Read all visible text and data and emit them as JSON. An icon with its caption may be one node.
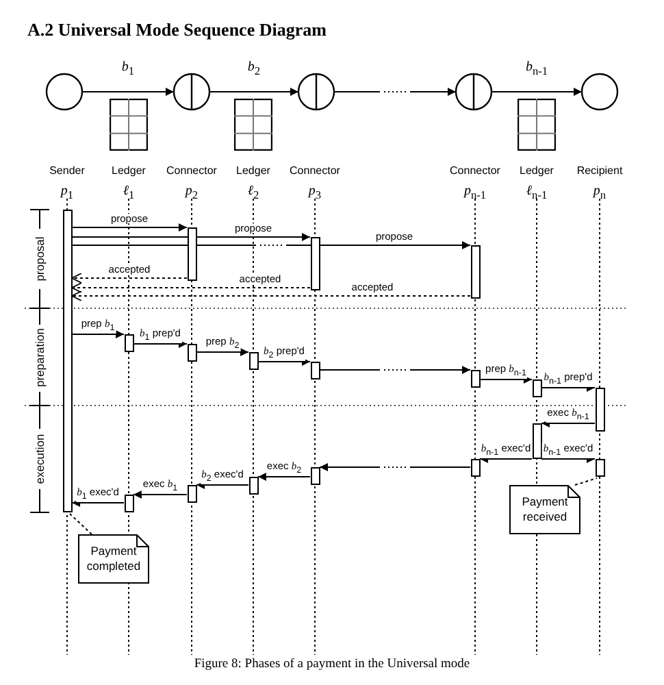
{
  "diagram": {
    "title": "A.2 Universal Mode Sequence Diagram",
    "caption": "Figure 8: Phases of a payment in the Universal mode",
    "nodes": [
      {
        "text": [],
        "shape": "circle"
      },
      {
        "text": [],
        "shape": "circle"
      },
      {
        "text": [],
        "shape": "circle"
      },
      {
        "text": [],
        "shape": "circle"
      },
      {
        "text": [],
        "shape": "circle"
      },
      {
        "text": [],
        "shape": "box"
      },
      {
        "text": [],
        "shape": "box"
      },
      {
        "text": [],
        "shape": "box"
      },
      {
        "text": [
          "Sender",
          "*p*$_{1}$"
        ]
      },
      {
        "text": [
          "Ledger",
          "*ℓ*$_{1}$"
        ]
      },
      {
        "text": [
          "Connector",
          "*p*$_{2}$"
        ]
      },
      {
        "text": [
          "Ledger",
          "*ℓ*$_{2}$"
        ]
      },
      {
        "text": [
          "Connector",
          "*p*$_{3}$"
        ]
      },
      {
        "text": [
          "Connector",
          "*p*$_{n-1}$"
        ]
      },
      {
        "text": [
          "Ledger",
          "*ℓ*$_{n-1}$"
        ]
      },
      {
        "text": [
          "Recipient",
          "*p*$_{n}$"
        ]
      },
      {
        "text": [],
        "shape": "bar"
      },
      {
        "text": [],
        "shape": "bar"
      },
      {
        "text": [],
        "shape": "bar"
      },
      {
        "text": [],
        "shape": "bar"
      },
      {
        "text": [],
        "shape": "bar"
      },
      {
        "text": [],
        "shape": "bar"
      },
      {
        "text": [],
        "shape": "bar"
      },
      {
        "text": [],
        "shape": "bar"
      },
      {
        "text": [],
        "shape": "bar"
      },
      {
        "text": [],
        "shape": "bar"
      },
      {
        "text": [],
        "shape": "bar"
      },
      {
        "text": [],
        "shape": "bar"
      },
      {
        "text": [],
        "shape": "bar"
      },
      {
        "text": [],
        "shape": "bar"
      },
      {
        "text": [],
        "shape": "bar"
      },
      {
        "text": [],
        "shape": "bar"
      },
      {
        "text": [],
        "shape": "bar"
      },
      {
        "text": [],
        "shape": "bar"
      },
      {
        "text": [
          "Payment received"
        ]
      },
      {
        "text": [
          "Payment completed"
        ]
      }
    ],
    "edges": [
      {
        "from": 0,
        "to": 1,
        "arrow": "to",
        "label": "*b*$_{1}$"
      },
      {
        "from": 1,
        "to": 2,
        "arrow": "to",
        "label": "*b*$_{2}$"
      },
      {
        "from": 2,
        "to": 3,
        "arrow": "to"
      },
      {
        "from": 3,
        "to": 4,
        "arrow": "to",
        "label": "*b*$_{n-1}$"
      },
      {
        "from": 16,
        "to": 17,
        "arrow": "to",
        "label": "propose"
      },
      {
        "from": 16,
        "to": 18,
        "arrow": "to",
        "label": "propose"
      },
      {
        "from": 16,
        "to": 19,
        "arrow": "to",
        "label": "propose"
      },
      {
        "from": 17,
        "to": 16,
        "arrow": "to",
        "label": "accepted",
        "style": "dashed"
      },
      {
        "from": 18,
        "to": 16,
        "arrow": "to",
        "label": "accepted",
        "style": "dashed"
      },
      {
        "from": 19,
        "to": 16,
        "arrow": "to",
        "label": "accepted",
        "style": "dashed"
      },
      {
        "from": 16,
        "to": 20,
        "arrow": "to",
        "label": "prep *b*$_{1}$"
      },
      {
        "from": 20,
        "to": 21,
        "arrow": "to",
        "label": "*b*$_{1}$ prep'd"
      },
      {
        "from": 21,
        "to": 22,
        "arrow": "to",
        "label": "prep *b*$_{2}$"
      },
      {
        "from": 22,
        "to": 23,
        "arrow": "to",
        "label": "*b*$_{2}$ prep'd"
      },
      {
        "from": 23,
        "to": 24,
        "arrow": "to"
      },
      {
        "from": 24,
        "to": 25,
        "arrow": "to",
        "label": "prep *b*$_{n-1}$"
      },
      {
        "from": 25,
        "to": 26,
        "arrow": "to",
        "label": "*b*$_{n-1}$ prep'd"
      },
      {
        "from": 26,
        "to": 27,
        "arrow": "to",
        "label": "exec *b*$_{n-1}$"
      },
      {
        "from": 27,
        "to": 28,
        "arrow": "to",
        "label": "*b*$_{n-1}$ exec'd"
      },
      {
        "from": 27,
        "to": 29,
        "arrow": "to",
        "label": "*b*$_{n-1}$ exec'd"
      },
      {
        "from": 28,
        "to": 30,
        "arrow": "to"
      },
      {
        "from": 30,
        "to": 31,
        "arrow": "to",
        "label": "exec *b*$_{2}$"
      },
      {
        "from": 31,
        "to": 32,
        "arrow": "to",
        "label": "*b*$_{2}$ exec'd"
      },
      {
        "from": 32,
        "to": 33,
        "arrow": "to",
        "label": "exec *b*$_{1}$"
      },
      {
        "from": 33,
        "to": 16,
        "arrow": "to",
        "label": "*b*$_{1}$ exec'd"
      },
      {
        "from": 34,
        "to": 29,
        "arrow": "none",
        "style": "dashed"
      },
      {
        "from": 35,
        "to": 16,
        "arrow": "none",
        "style": "dashed"
      }
    ],
    "labels": [
      "proposal",
      "preparation",
      "execution"
    ]
  }
}
